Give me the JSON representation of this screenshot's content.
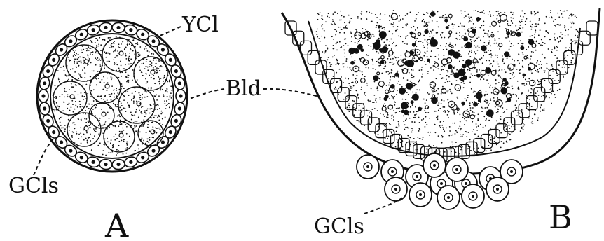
{
  "figure": {
    "labels": {
      "ycl": "YCl",
      "bld": "Bld",
      "gcls_a": "GCls",
      "gcls_b": "GCls",
      "panel_a": "A",
      "panel_b": "B"
    },
    "colors": {
      "ink": "#111111",
      "paper": "#ffffff"
    }
  }
}
